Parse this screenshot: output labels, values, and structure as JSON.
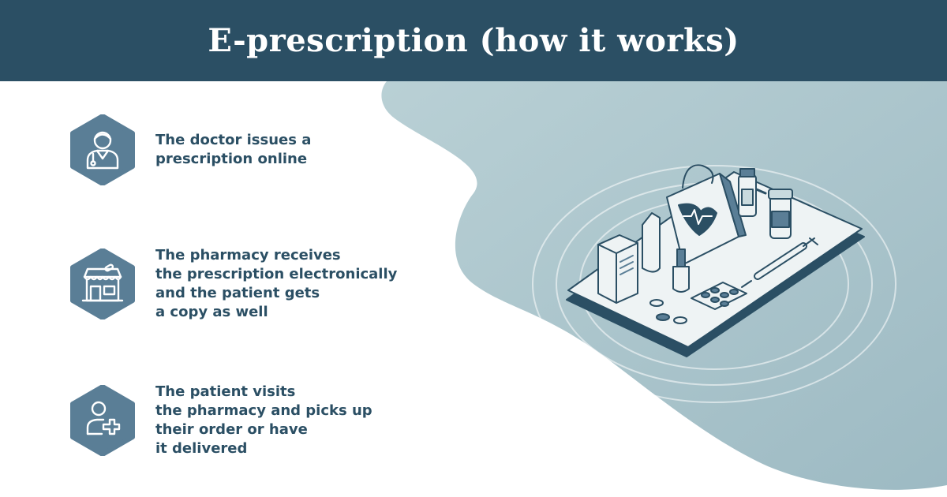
{
  "header": {
    "title": "E-prescription (how it works)"
  },
  "colors": {
    "header_bg": "#2b4f64",
    "accent": "#5a7e96",
    "blob": "#a9c6cc",
    "text": "#2b4f64"
  },
  "steps": [
    {
      "icon": "doctor-icon",
      "text": "The doctor issues a\nprescription online"
    },
    {
      "icon": "pharmacy-store-icon",
      "text": "The pharmacy receives\nthe prescription electronically\nand the patient gets\na copy as well"
    },
    {
      "icon": "patient-plus-icon",
      "text": "The patient visits\nthe pharmacy and picks up\ntheir order or have\nit delivered"
    }
  ],
  "illustration": {
    "icon": "pharmacy-phone-illustration"
  }
}
